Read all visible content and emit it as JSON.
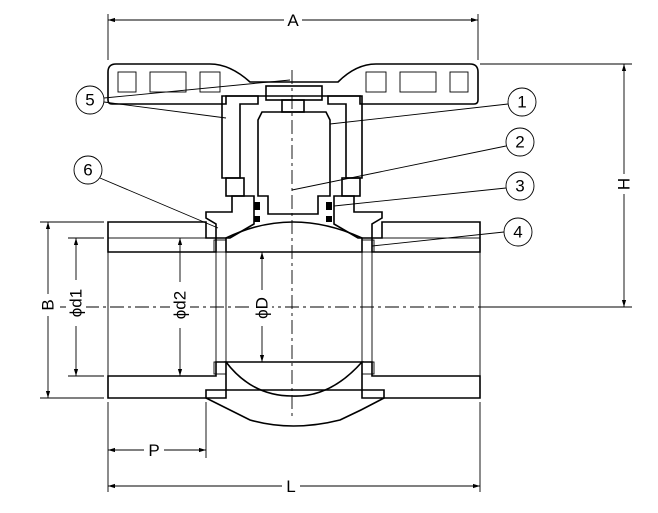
{
  "dimensions": {
    "A": "A",
    "H": "H",
    "B": "B",
    "d1": "ϕd1",
    "d2": "ϕd2",
    "D": "ϕD",
    "P": "P",
    "L": "L"
  },
  "callouts": [
    "1",
    "2",
    "3",
    "4",
    "5",
    "6"
  ],
  "colors": {
    "line": "#000000",
    "background": "#ffffff"
  }
}
